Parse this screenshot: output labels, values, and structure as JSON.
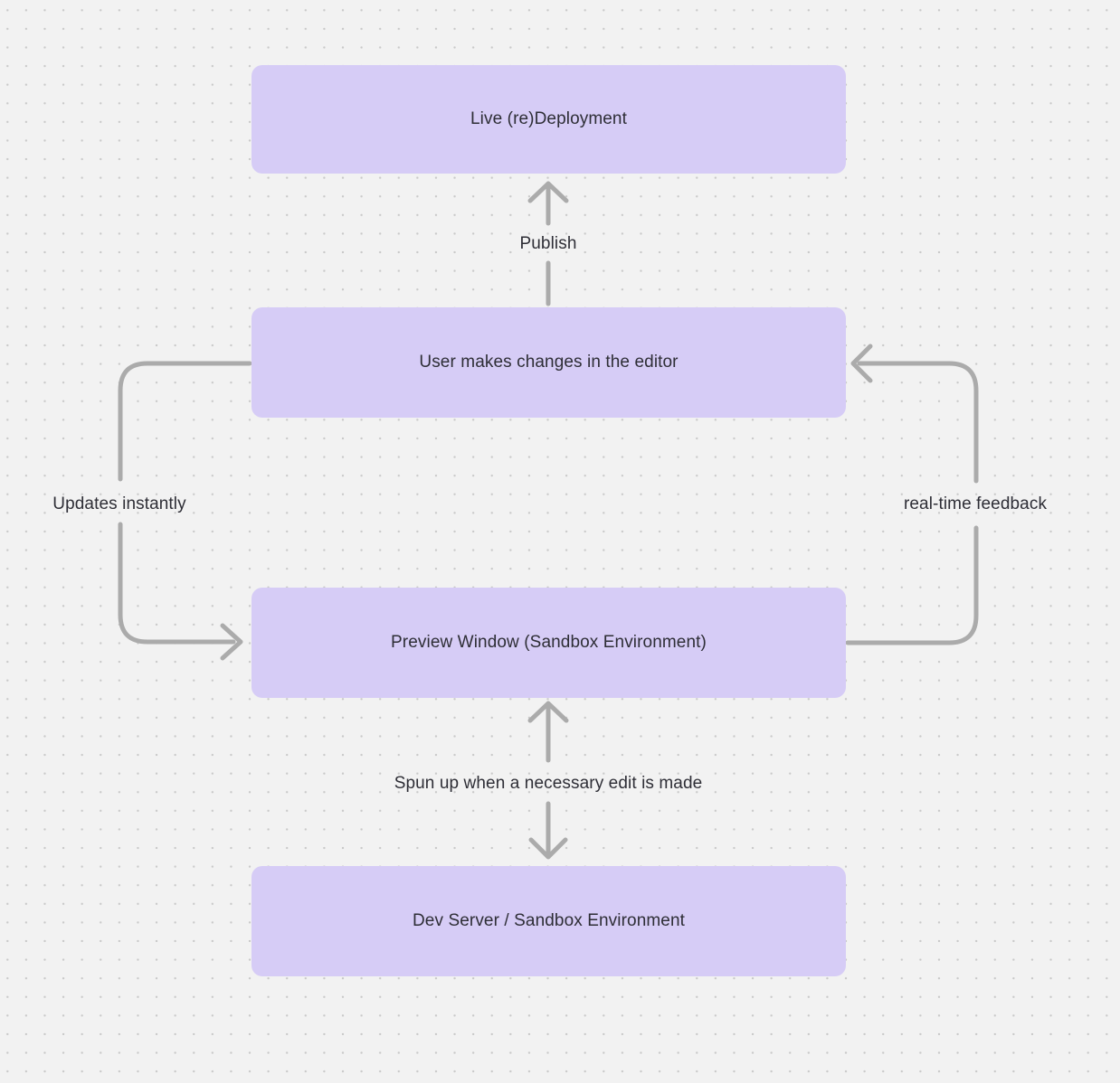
{
  "colors": {
    "background": "#f2f2f2",
    "dot": "#c9c9c9",
    "node_fill": "#d6ccf6",
    "text": "#2e2e36",
    "arrow": "#ababab"
  },
  "diagram": {
    "type": "flowchart",
    "nodes": [
      {
        "id": "live-deployment",
        "label": "Live (re)Deployment"
      },
      {
        "id": "editor-changes",
        "label": "User makes changes in the editor"
      },
      {
        "id": "preview-window",
        "label": "Preview Window (Sandbox Environment)"
      },
      {
        "id": "dev-server",
        "label": "Dev Server / Sandbox Environment"
      }
    ],
    "edges": [
      {
        "id": "publish",
        "label": "Publish",
        "from": "editor-changes",
        "to": "live-deployment",
        "direction": "up"
      },
      {
        "id": "updates",
        "label": "Updates instantly",
        "from": "editor-changes",
        "to": "preview-window",
        "direction": "left-loop"
      },
      {
        "id": "feedback",
        "label": "real-time feedback",
        "from": "preview-window",
        "to": "editor-changes",
        "direction": "right-loop"
      },
      {
        "id": "spunup",
        "label": "Spun up when a necessary edit is made",
        "from": "dev-server",
        "to": "preview-window",
        "direction": "bidirectional"
      }
    ]
  }
}
